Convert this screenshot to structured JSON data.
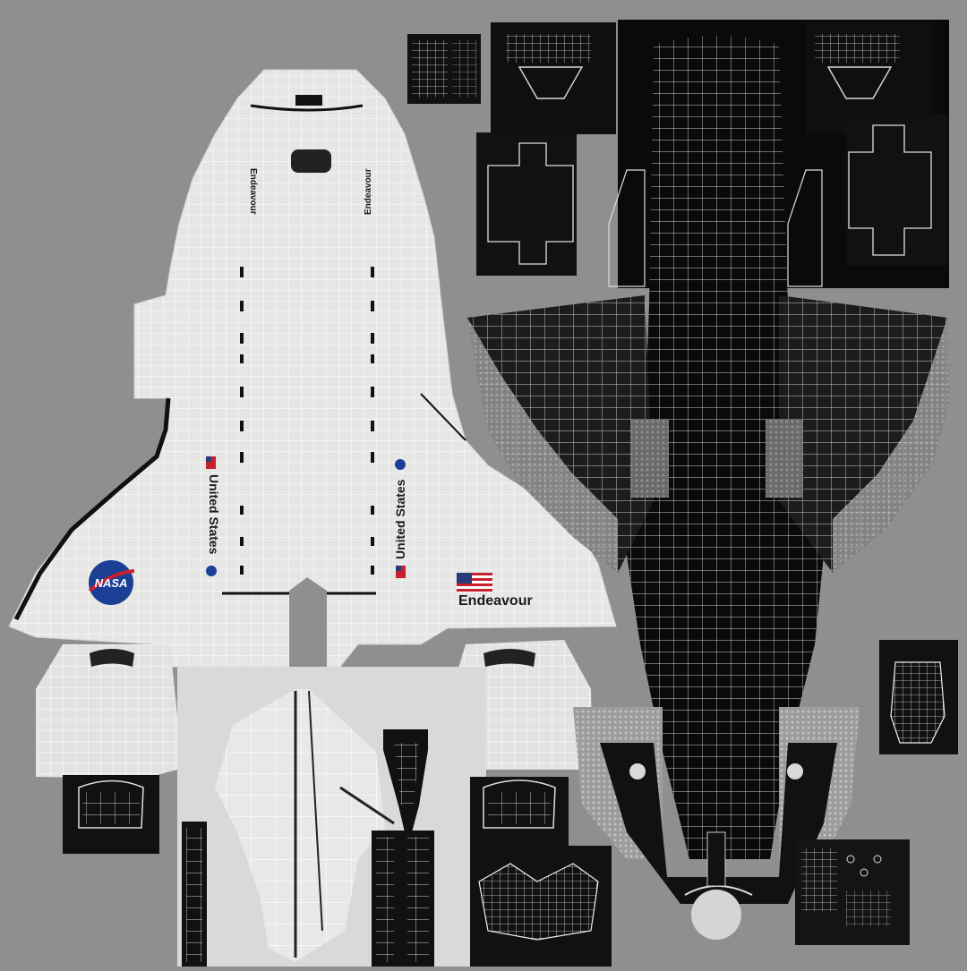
{
  "texture": {
    "background_color": "#8f8f8f",
    "light_panel_color": "#e8e8e6",
    "dark_panel_color": "#0a0a0a",
    "wire_color": "#ffffff"
  },
  "labels": {
    "endeavour_nose_left": "Endeavour",
    "endeavour_nose_right": "Endeavour",
    "united_states_left": "United States",
    "united_states_right": "United States",
    "endeavour_wing": "Endeavour"
  },
  "logos": {
    "nasa": "NASA",
    "nasa_color": "#1b3f95",
    "flag_stripe_red": "#c8202c",
    "flag_canton_blue": "#2a3b7a"
  },
  "icons": {
    "nasa_logo": "nasa-meatball-icon",
    "us_flag": "us-flag-icon"
  }
}
